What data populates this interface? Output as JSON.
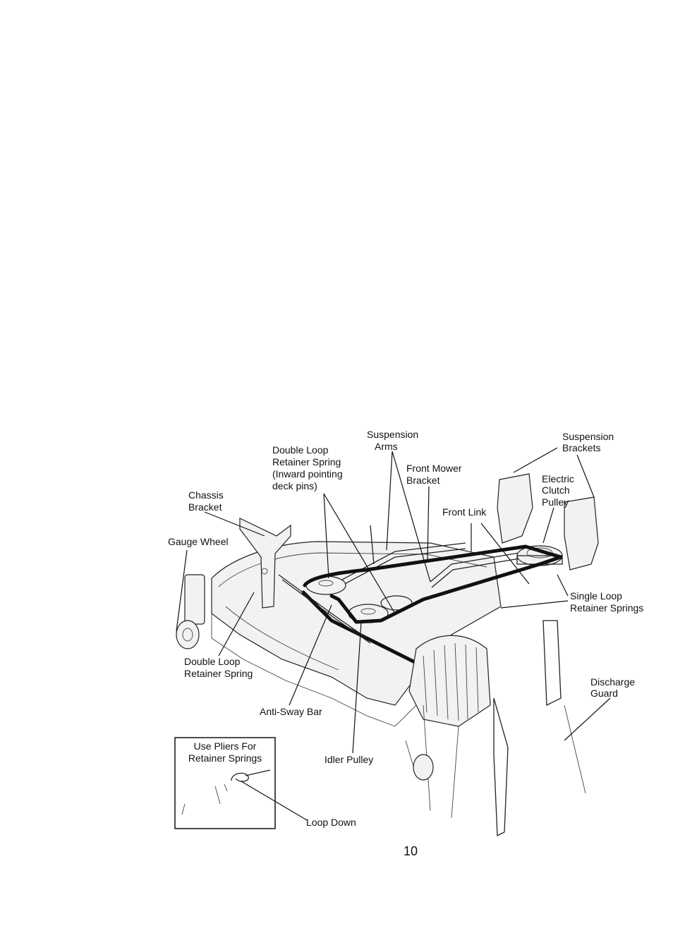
{
  "labels": {
    "suspension_arms": [
      "Suspension",
      "Arms"
    ],
    "suspension_brackets": [
      "Suspension",
      "Brackets"
    ],
    "double_loop_retainer_spring_top": [
      "Double Loop",
      "Retainer Spring",
      "(Inward pointing",
      "deck pins)"
    ],
    "front_mower_bracket": [
      "Front Mower",
      "Bracket"
    ],
    "electric_clutch_pulley": [
      "Electric",
      "Clutch",
      "Pulley"
    ],
    "chassis_bracket": [
      "Chassis",
      "Bracket"
    ],
    "front_link": "Front Link",
    "gauge_wheel": "Gauge Wheel",
    "single_loop_retainer_springs": [
      "Single Loop",
      "Retainer Springs"
    ],
    "discharge_guard": [
      "Discharge",
      "Guard"
    ],
    "double_loop_retainer_spring_bottom": [
      "Double Loop",
      "Retainer Spring"
    ],
    "anti_sway_bar": "Anti-Sway Bar",
    "idler_pulley": "Idler Pulley",
    "inset_caption": [
      "Use Pliers For",
      "Retainer Springs"
    ],
    "loop_down": "Loop Down"
  },
  "page_number": "10"
}
